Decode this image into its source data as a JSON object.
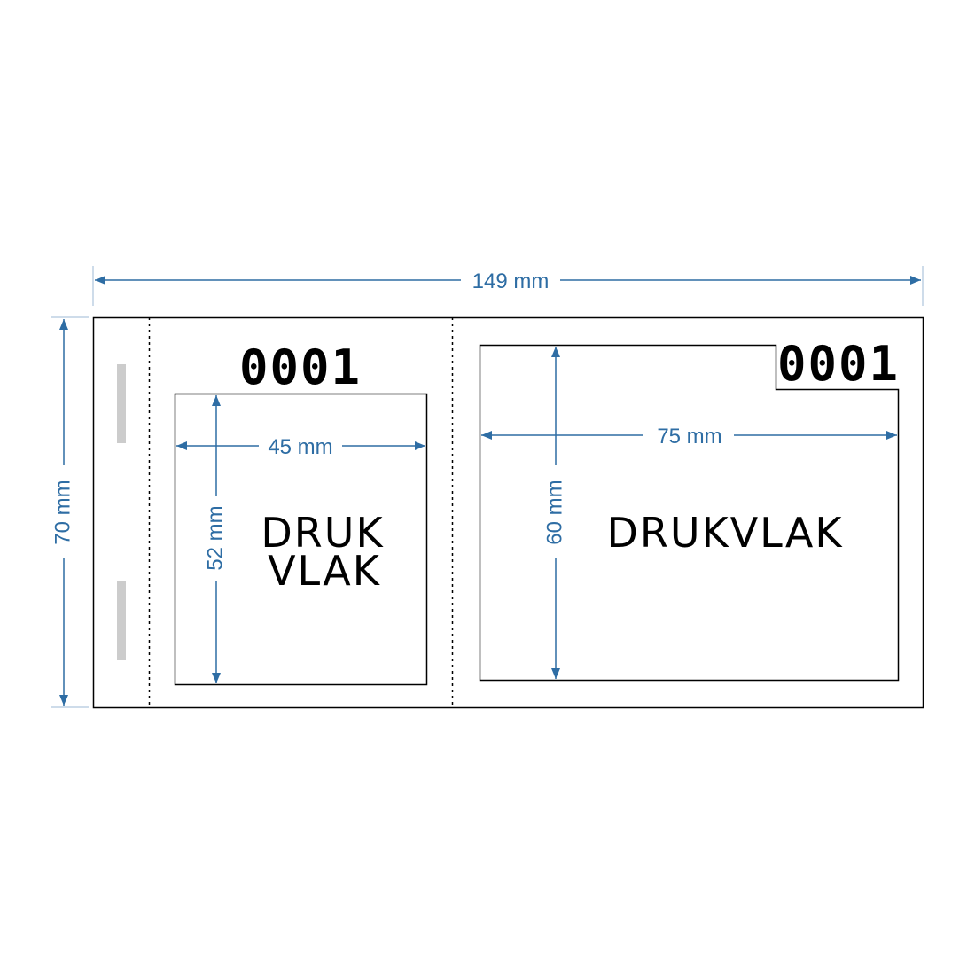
{
  "dimensions": {
    "total_width": "149 mm",
    "total_height": "70 mm",
    "stub_width": "45 mm",
    "stub_height": "52 mm",
    "ticket_width": "75 mm",
    "ticket_height": "60 mm"
  },
  "stub": {
    "number": "0001",
    "label_line1": "DRUK",
    "label_line2": "VLAK"
  },
  "ticket": {
    "number": "0001",
    "label": "DRUKVLAK"
  },
  "colors": {
    "dimension": "#2e6da4",
    "outline": "#000000",
    "staple": "#cccccc"
  }
}
